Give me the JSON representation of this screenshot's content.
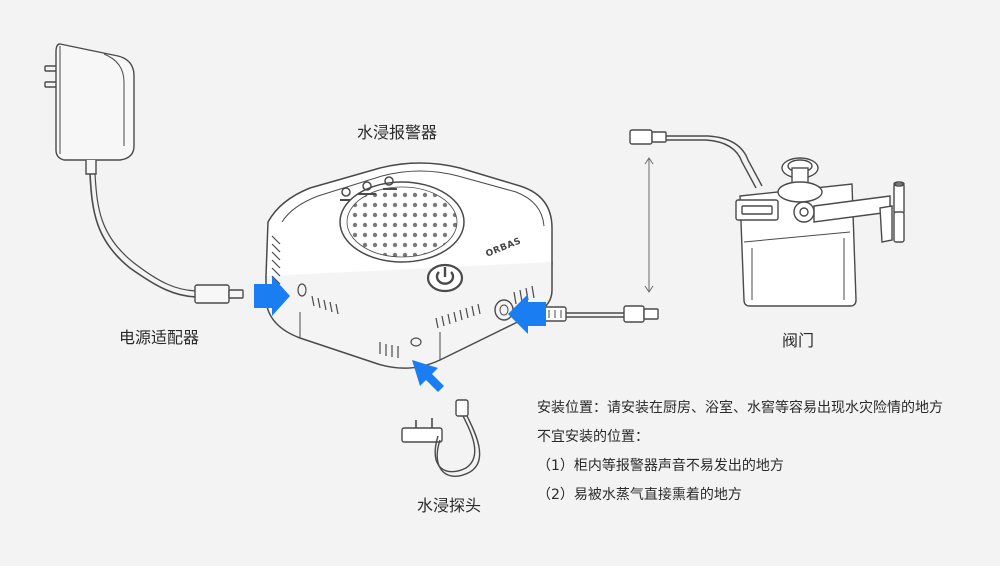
{
  "labels": {
    "alarm": "水浸报警器",
    "adapter": "电源适配器",
    "valve": "阀门",
    "probe": "水浸探头"
  },
  "device": {
    "brand": "ORBAS"
  },
  "notes": [
    "安装位置：请安装在厨房、浴室、水窖等容易出现水灾险情的地方",
    "不宜安装的位置：",
    "（1）柜内等报警器声音不易发出的地方",
    "（2）易被水蒸气直接熏着的地方"
  ],
  "colors": {
    "arrow": "#1a7ef2",
    "line": "#4a4a4a",
    "background": "#f3f3f3"
  }
}
